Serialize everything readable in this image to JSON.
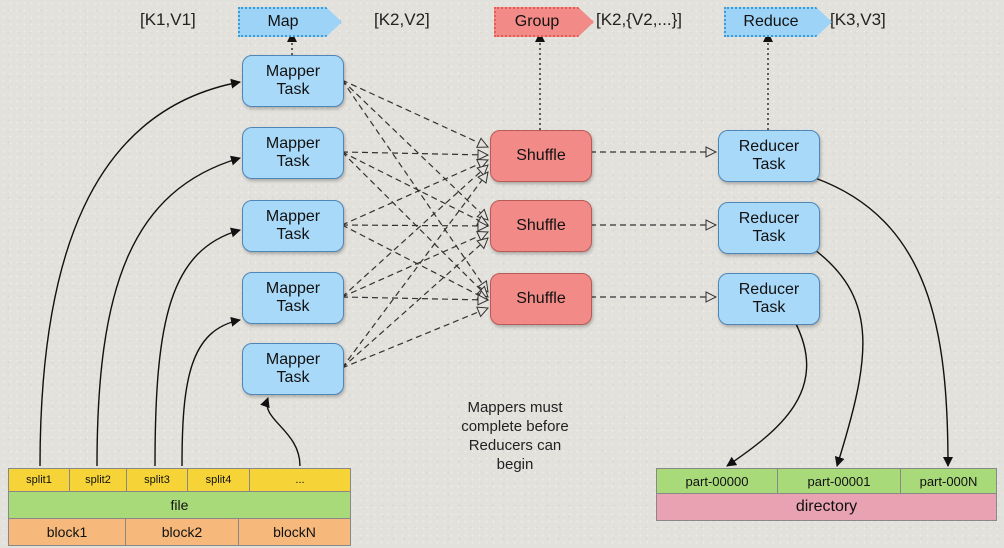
{
  "top_labels": {
    "kv1": "[K1,V1]",
    "kv2": "[K2,V2]",
    "kv_grouped": "[K2,{V2,...}]",
    "kv3": "[K3,V3]"
  },
  "phases": {
    "map": "Map",
    "group": "Group",
    "reduce": "Reduce"
  },
  "mappers": [
    "Mapper\nTask",
    "Mapper\nTask",
    "Mapper\nTask",
    "Mapper\nTask",
    "Mapper\nTask"
  ],
  "shuffles": [
    "Shuffle",
    "Shuffle",
    "Shuffle"
  ],
  "reducers": [
    "Reducer\nTask",
    "Reducer\nTask",
    "Reducer\nTask"
  ],
  "input": {
    "splits": [
      "split1",
      "split2",
      "split3",
      "split4",
      "..."
    ],
    "file_label": "file",
    "blocks": [
      "block1",
      "block2",
      "blockN"
    ]
  },
  "output": {
    "parts": [
      "part-00000",
      "part-00001",
      "part-000N"
    ],
    "directory_label": "directory"
  },
  "note": "Mappers must\ncomplete before\nReducers can\nbegin",
  "colors": {
    "mapper": "#a9d9f8",
    "shuffle": "#f28b87",
    "split": "#f6d437",
    "file": "#a9da7a",
    "block": "#f6b97b",
    "directory": "#e9a2b2"
  }
}
